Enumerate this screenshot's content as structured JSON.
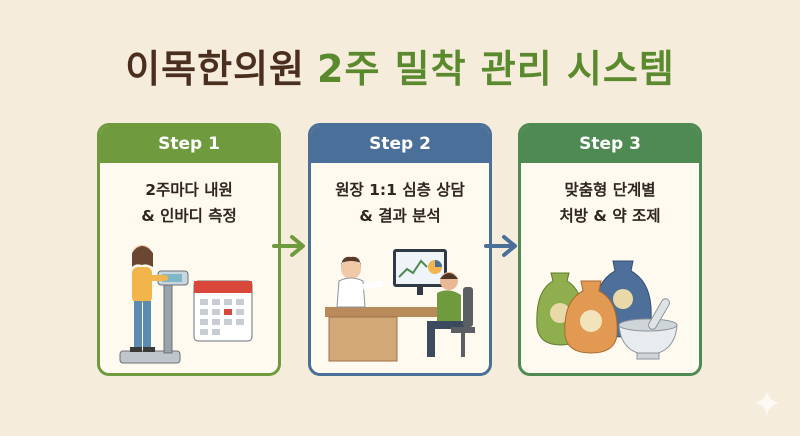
{
  "title": {
    "part1": "이목한의원",
    "part2": "2주 밀착 관리 시스템"
  },
  "colors": {
    "title_dark": "#4a2f1f",
    "title_green": "#5b8a2e",
    "step1": "#6f9a3e",
    "step2": "#4a6f98",
    "step3": "#4e8a52"
  },
  "steps": [
    {
      "label": "Step 1",
      "line1": "2주마다 내원",
      "line2": "& 인바디 측정",
      "icon": "inbody-scale-and-calendar-illustration"
    },
    {
      "label": "Step 2",
      "line1": "원장 1:1 심층 상담",
      "line2": "& 결과 분석",
      "icon": "doctor-consultation-illustration"
    },
    {
      "label": "Step 3",
      "line1": "맞춤형 단계별",
      "line2": "처방 & 약 조제",
      "icon": "herb-bags-and-mortar-illustration"
    }
  ],
  "connectors": [
    "arrow-right-icon",
    "arrow-right-icon"
  ]
}
